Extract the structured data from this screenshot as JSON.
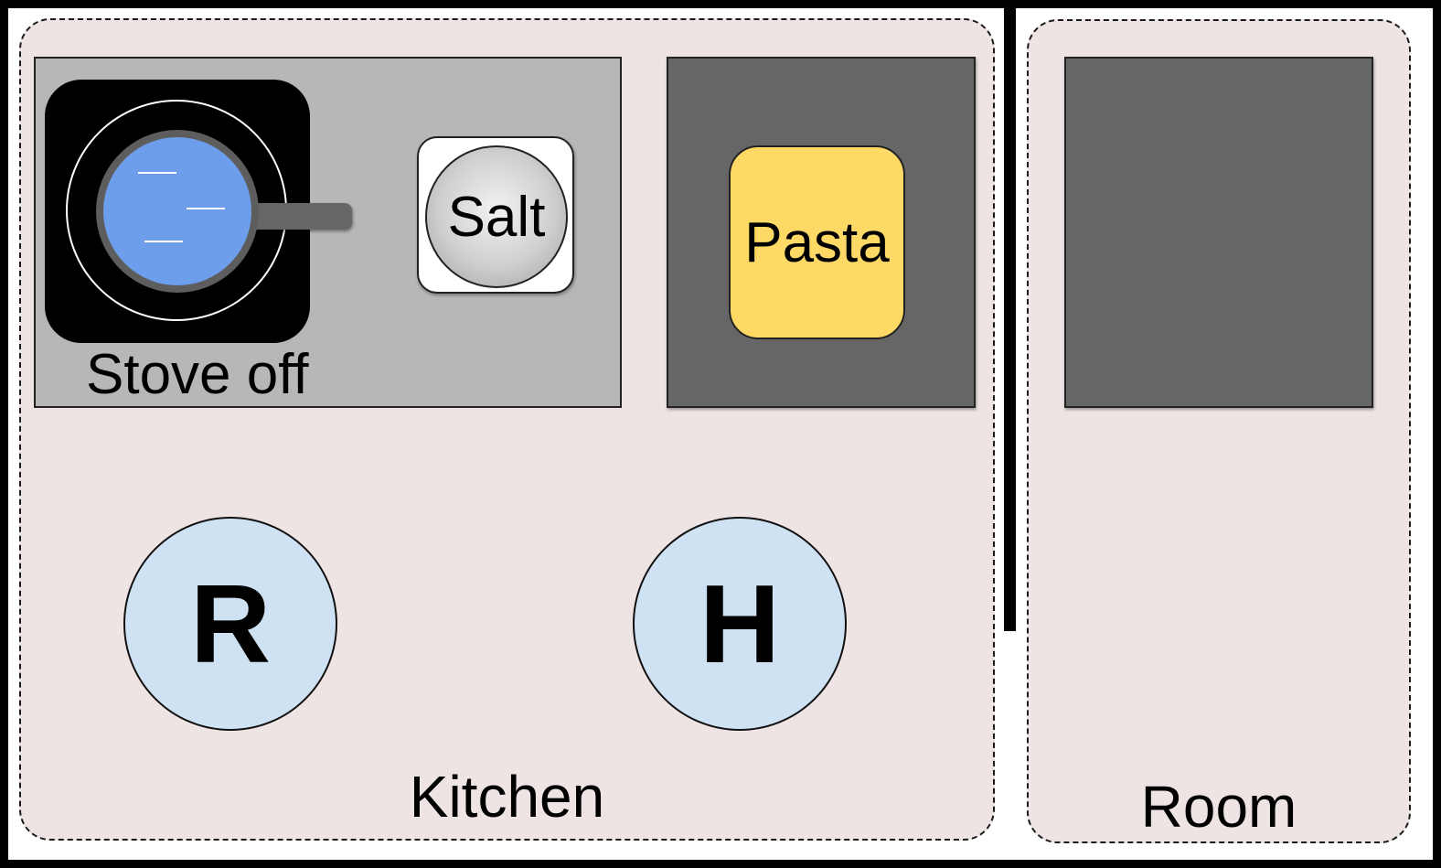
{
  "zones": {
    "kitchen": {
      "label": "Kitchen"
    },
    "room": {
      "label": "Room"
    }
  },
  "stove": {
    "label": "Stove off"
  },
  "items": {
    "salt": {
      "label": "Salt"
    },
    "pasta": {
      "label": "Pasta"
    }
  },
  "agents": {
    "robot": {
      "label": "R"
    },
    "human": {
      "label": "H"
    }
  },
  "colors": {
    "zone_fill": "#efe4e4",
    "counter_light": "#b7b7b7",
    "counter_dark": "#666666",
    "pot_water": "#6d9eeb",
    "pasta": "#ffd966",
    "agent": "#cfe2f3"
  }
}
